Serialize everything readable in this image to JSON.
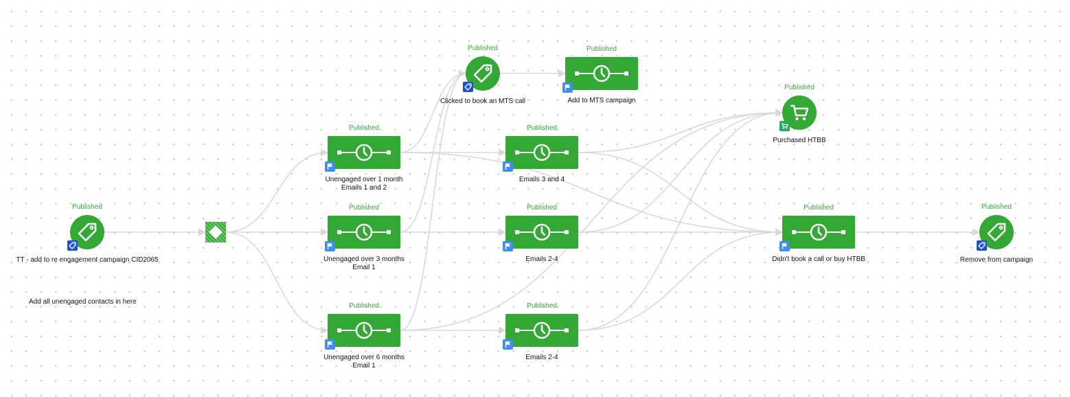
{
  "canvas": {
    "note": "Add all unengaged contacts in here",
    "colors": {
      "node": "#34a835",
      "status_text": "#3aa53a",
      "edge": "#d9d9d9",
      "flag_badge": "#3f8cf2",
      "tag_badge": "#1e50cc",
      "cart_badge": "#1eb05c"
    }
  },
  "nodes": [
    {
      "id": "start",
      "status": "Published",
      "caption": [
        "TT - add to re engagement campaign CID2065"
      ],
      "icon": "tag-icon",
      "badge": "tag-badge-icon"
    },
    {
      "id": "split",
      "status": "",
      "caption": [],
      "icon": "split-diamond-icon",
      "badge": ""
    },
    {
      "id": "u1",
      "status": "Published",
      "caption": [
        "Unengaged over 1 month",
        "Emails 1 and 2"
      ],
      "icon": "timer-icon",
      "badge": "flag-badge-icon"
    },
    {
      "id": "u3",
      "status": "Published",
      "caption": [
        "Unengaged over 3 months",
        "Email 1"
      ],
      "icon": "timer-icon",
      "badge": "flag-badge-icon"
    },
    {
      "id": "u6",
      "status": "Published",
      "caption": [
        "Unengaged over 6 months",
        "Email 1"
      ],
      "icon": "timer-icon",
      "badge": "flag-badge-icon"
    },
    {
      "id": "clicked",
      "status": "Published",
      "caption": [
        "Clicked to book an MTS call"
      ],
      "icon": "tag-icon",
      "badge": "tag-badge-icon"
    },
    {
      "id": "mts",
      "status": "Published",
      "caption": [
        "Add to MTS campaign"
      ],
      "icon": "timer-icon",
      "badge": "flag-badge-icon"
    },
    {
      "id": "e34",
      "status": "Published",
      "caption": [
        "Emails 3 and 4"
      ],
      "icon": "timer-icon",
      "badge": "flag-badge-icon"
    },
    {
      "id": "e24a",
      "status": "Published",
      "caption": [
        "Emails 2-4"
      ],
      "icon": "timer-icon",
      "badge": "flag-badge-icon"
    },
    {
      "id": "e24b",
      "status": "Published",
      "caption": [
        "Emails 2-4"
      ],
      "icon": "timer-icon",
      "badge": "flag-badge-icon"
    },
    {
      "id": "htbb",
      "status": "Published",
      "caption": [
        "Purchased HTBB"
      ],
      "icon": "cart-icon",
      "badge": "cart-badge-icon"
    },
    {
      "id": "nobook",
      "status": "Published",
      "caption": [
        "Didn't book a call or buy HTBB"
      ],
      "icon": "timer-icon",
      "badge": "flag-badge-icon"
    },
    {
      "id": "remove",
      "status": "Published",
      "caption": [
        "Remove from campaign"
      ],
      "icon": "tag-icon",
      "badge": "tag-badge-icon"
    }
  ],
  "edges": [
    [
      "start",
      "split"
    ],
    [
      "split",
      "u1"
    ],
    [
      "split",
      "u3"
    ],
    [
      "split",
      "u6"
    ],
    [
      "u1",
      "clicked"
    ],
    [
      "u3",
      "clicked"
    ],
    [
      "u6",
      "clicked"
    ],
    [
      "clicked",
      "mts"
    ],
    [
      "u1",
      "e34"
    ],
    [
      "u3",
      "e24a"
    ],
    [
      "u6",
      "e24b"
    ],
    [
      "e34",
      "htbb"
    ],
    [
      "e24a",
      "htbb"
    ],
    [
      "e24b",
      "htbb"
    ],
    [
      "u6",
      "htbb"
    ],
    [
      "e34",
      "nobook"
    ],
    [
      "e24a",
      "nobook"
    ],
    [
      "e24b",
      "nobook"
    ],
    [
      "u1",
      "nobook"
    ],
    [
      "nobook",
      "remove"
    ]
  ]
}
